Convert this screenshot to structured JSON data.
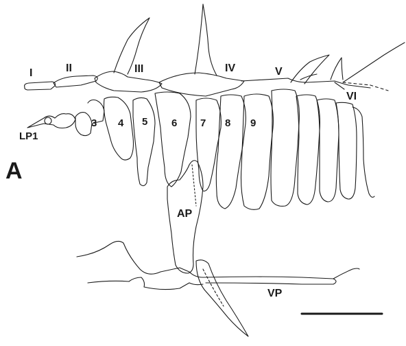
{
  "figure": {
    "panel_letter": "A",
    "supraneural_labels": [
      "I",
      "II",
      "III",
      "IV",
      "V",
      "VI"
    ],
    "segment_labels": [
      "3",
      "4",
      "5",
      "6",
      "7",
      "8",
      "9"
    ],
    "process_labels": {
      "lateral": "LP1",
      "anterior": "AP",
      "ventral": "VP"
    },
    "colors": {
      "ink": "#1a1a1a",
      "paper": "#ffffff"
    }
  }
}
